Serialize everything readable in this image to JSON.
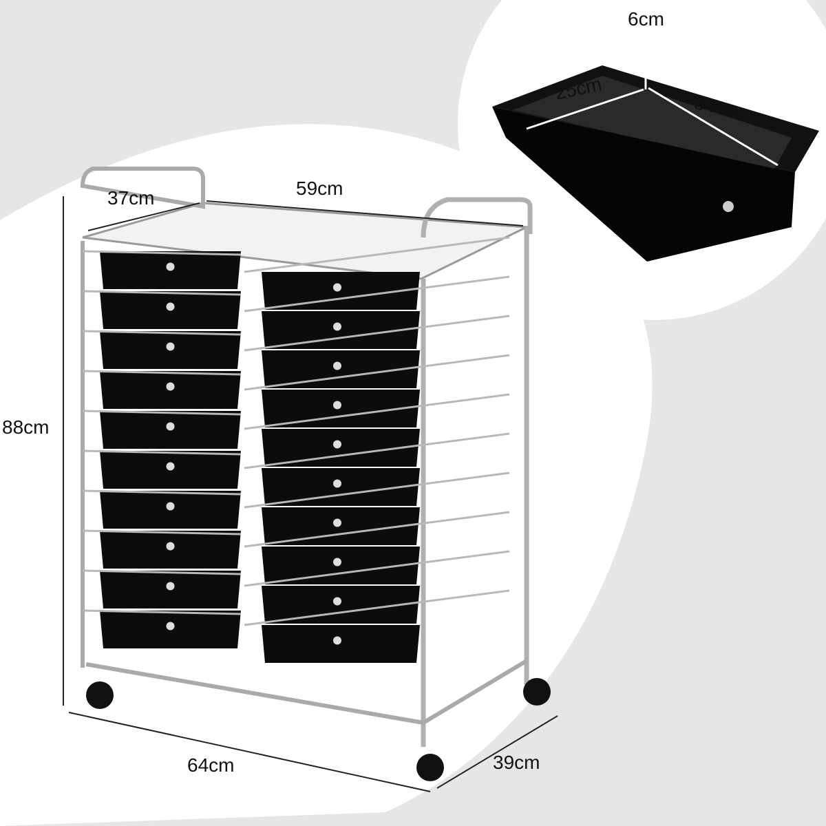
{
  "product": {
    "cart_drawer_columns": 2,
    "drawers_per_column": 10
  },
  "dimensions": {
    "cart_height": "88cm",
    "cart_top_depth": "37cm",
    "cart_top_width": "59cm",
    "cart_base_width": "64cm",
    "cart_base_depth": "39cm",
    "drawer_height": "6cm",
    "drawer_width": "25cm",
    "drawer_depth": "34cm"
  },
  "colors": {
    "background": "#e6e6e6",
    "highlight": "#ffffff",
    "drawer": "#0c0c0c",
    "chrome": "#b8b8b8"
  }
}
